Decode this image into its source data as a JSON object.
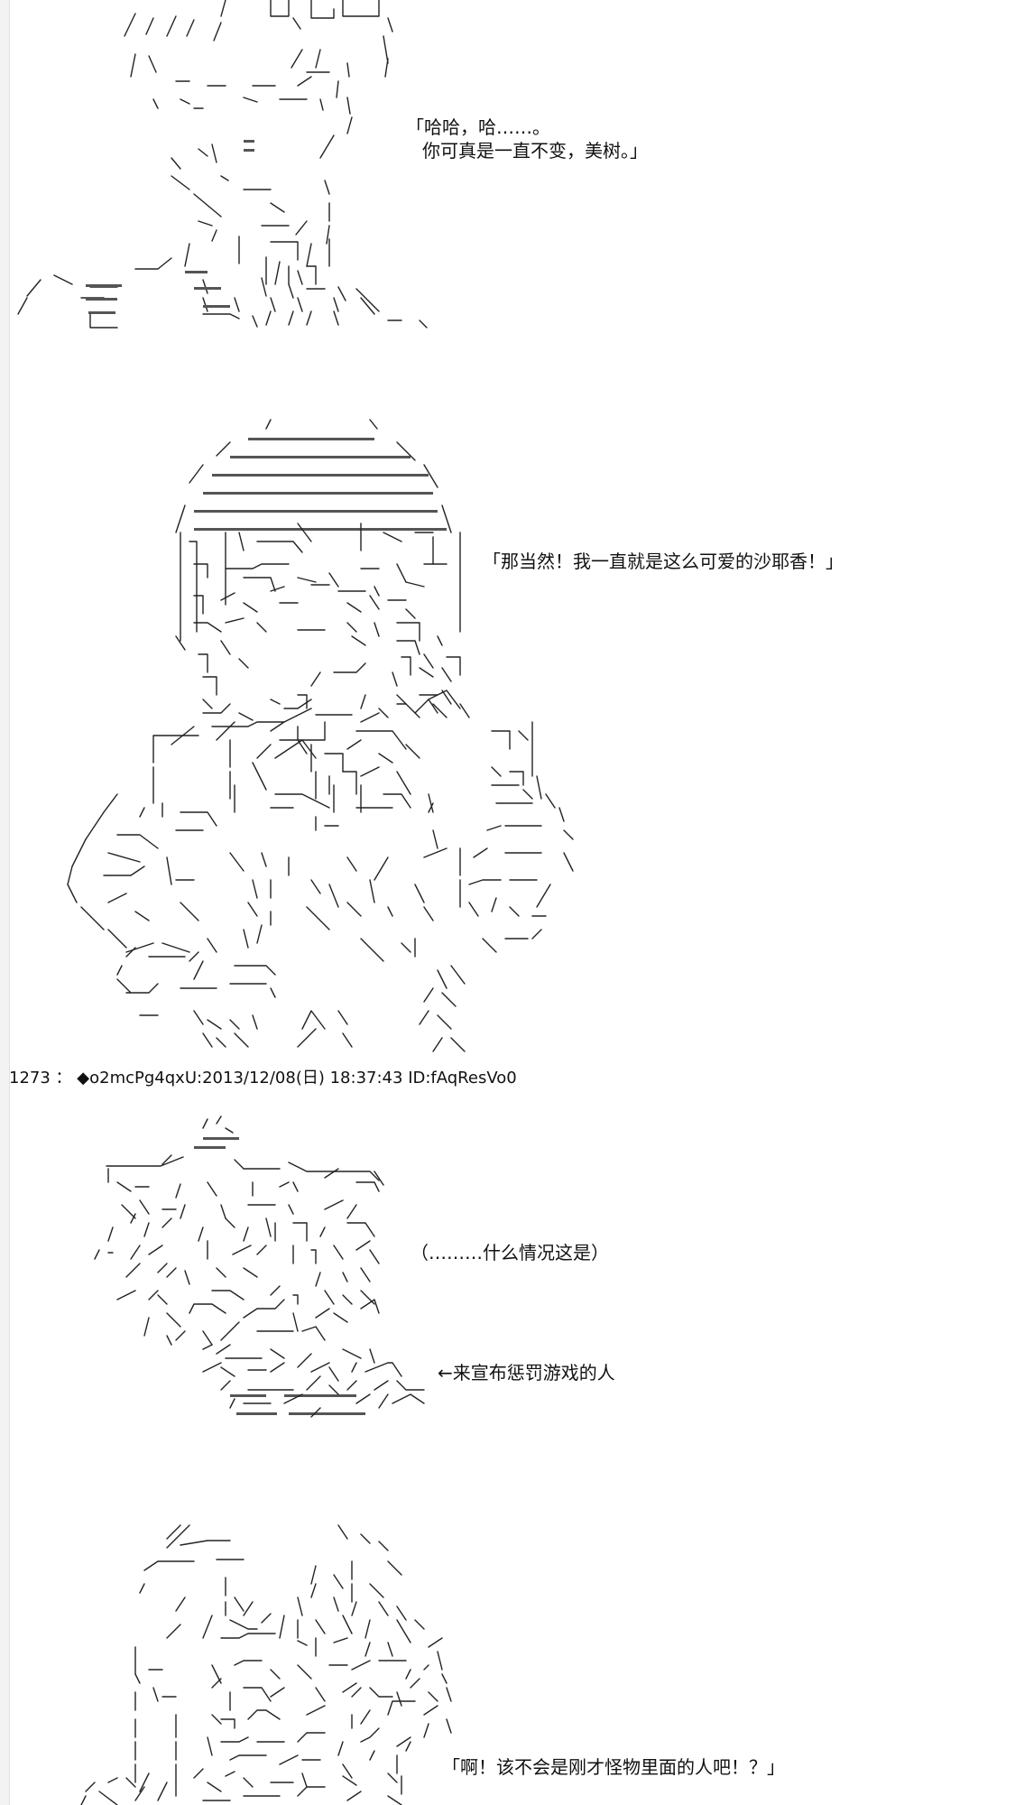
{
  "dialogs": {
    "d1_line1": "「哈哈，哈……。",
    "d1_line2": "你可真是一直不变，美树。」",
    "d2": "「那当然！我一直就是这么可爱的沙耶香！」",
    "d3": "（………什么情况这是）",
    "d4": "←来宣布惩罚游戏的人",
    "d5": "「啊！该不会是刚才怪物里面的人吧！？」"
  },
  "post": {
    "number": "1273",
    "separator": "：",
    "author": "◆o2mcPg4qxU",
    "date": "2013/12/08(日) 18:37:43",
    "id": "ID:fAqResVo0"
  },
  "art_icons": [
    "figure-1-art",
    "figure-2-art",
    "figure-3-art",
    "figure-4-art"
  ]
}
